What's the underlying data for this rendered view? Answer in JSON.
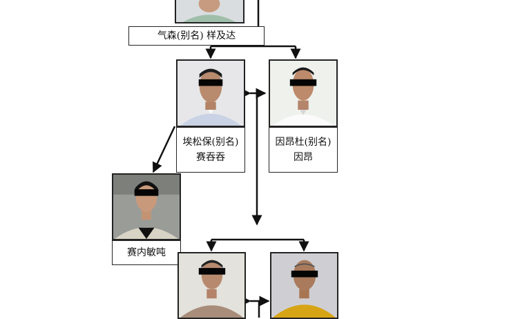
{
  "top_label": "气森(别名) 样及达",
  "people": {
    "p_top": {
      "line1": ""
    },
    "p_left": {
      "line1": "埃松保(别名)",
      "line2": "赛吞吞"
    },
    "p_right": {
      "line1": "因昂杜(别名)",
      "line2": "因昂"
    },
    "p_small": {
      "line1": "赛内敏吨"
    }
  },
  "colors": {
    "line": "#111111",
    "bg": "#ffffff",
    "border": "#222222"
  },
  "icons": {
    "black_bar": "censor-bar",
    "arrow": "arrowhead"
  }
}
